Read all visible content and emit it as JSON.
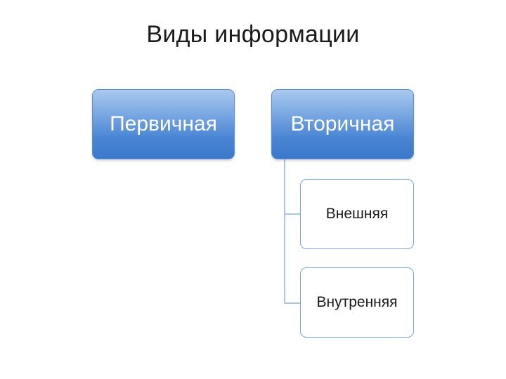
{
  "title": "Виды информации",
  "nodes": {
    "primary": "Первичная",
    "secondary": "Вторичная",
    "external": "Внешняя",
    "internal": "Внутренняя"
  },
  "colors": {
    "node_fill": "#4a85d3",
    "node_border": "#7ea5d8",
    "connector": "#8fb2de"
  }
}
